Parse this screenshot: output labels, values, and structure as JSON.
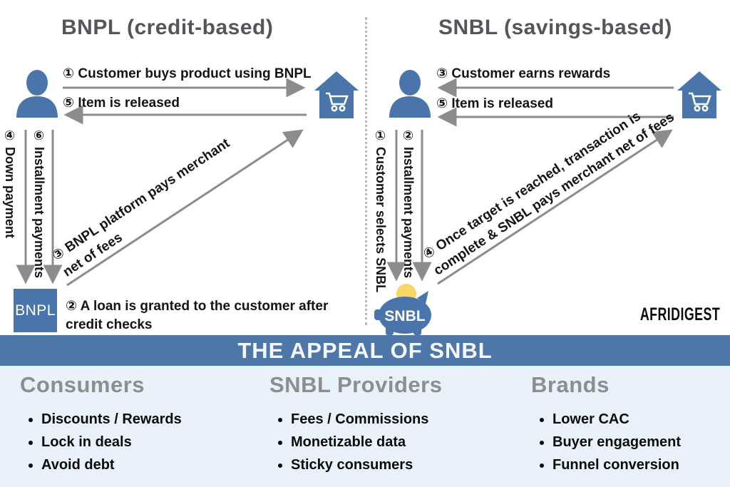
{
  "left_panel": {
    "title": "BNPL (credit-based)",
    "box_label": "BNPL",
    "steps": {
      "buy": "① Customer buys product using BNPL",
      "release": "⑤ Item is released",
      "down_payment": "④ Down payment",
      "installments": "⑥ Installment payments",
      "platform_pays_line1": "③ BNPL platform pays merchant",
      "platform_pays_line2": "net of fees",
      "loan": "② A loan is granted to the customer after credit checks"
    }
  },
  "right_panel": {
    "title": "SNBL (savings-based)",
    "piggy_label": "SNBL",
    "brand": "AFRIDIGEST",
    "steps": {
      "rewards": "③ Customer earns rewards",
      "release": "⑤ Item is released",
      "select": "① Customer selects SNBL",
      "installments": "② Installment payments",
      "target_line1": "④ Once target is reached, transaction is",
      "target_line2": "complete & SNBL pays merchant net of fees"
    }
  },
  "banner": {
    "title": "THE APPEAL OF SNBL"
  },
  "appeal": {
    "columns": [
      {
        "header": "Consumers",
        "items": [
          "Discounts / Rewards",
          "Lock in deals",
          "Avoid debt"
        ]
      },
      {
        "header": "SNBL Providers",
        "items": [
          "Fees / Commissions",
          "Monetizable data",
          "Sticky consumers"
        ]
      },
      {
        "header": "Brands",
        "items": [
          "Lower CAC",
          "Buyer engagement",
          "Funnel conversion"
        ]
      }
    ]
  },
  "colors": {
    "accent_blue": "#4a75ab",
    "banner_blue": "#4d77a9",
    "appeal_bg": "#e9f1fa",
    "arrow_gray": "#8c8c8c",
    "title_gray": "#55565a",
    "header_gray": "#8d8e90",
    "coin_yellow": "#f6d763"
  }
}
